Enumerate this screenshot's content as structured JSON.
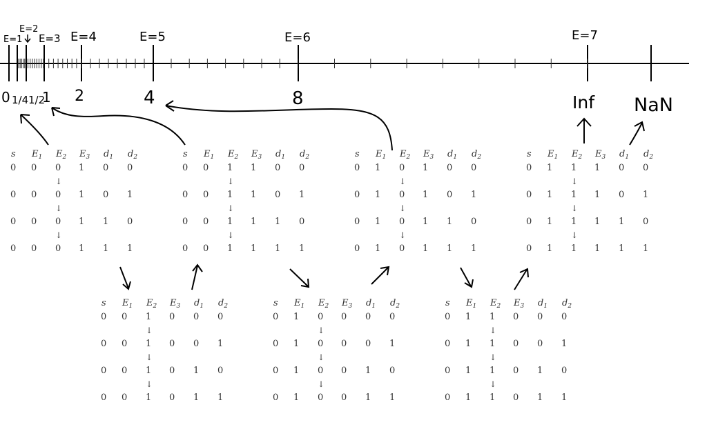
{
  "number_line": {
    "exponent_labels": [
      "E=1",
      "E=2",
      "E=3",
      "E=4",
      "E=5",
      "E=6",
      "E=7"
    ],
    "value_labels": [
      "0",
      "1/4",
      "1/2",
      "1",
      "2",
      "4",
      "8",
      "Inf",
      "NaN"
    ]
  },
  "table_header": [
    "s",
    "E1",
    "E2",
    "E3",
    "d1",
    "d2"
  ],
  "flow_arrow": "↓",
  "tables": [
    {
      "rows": [
        [
          "0",
          "0",
          "0",
          "1",
          "0",
          "0"
        ],
        [
          "0",
          "0",
          "0",
          "1",
          "0",
          "1"
        ],
        [
          "0",
          "0",
          "0",
          "1",
          "1",
          "0"
        ],
        [
          "0",
          "0",
          "0",
          "1",
          "1",
          "1"
        ]
      ]
    },
    {
      "rows": [
        [
          "0",
          "0",
          "1",
          "1",
          "0",
          "0"
        ],
        [
          "0",
          "0",
          "1",
          "1",
          "0",
          "1"
        ],
        [
          "0",
          "0",
          "1",
          "1",
          "1",
          "0"
        ],
        [
          "0",
          "0",
          "1",
          "1",
          "1",
          "1"
        ]
      ]
    },
    {
      "rows": [
        [
          "0",
          "1",
          "0",
          "1",
          "0",
          "0"
        ],
        [
          "0",
          "1",
          "0",
          "1",
          "0",
          "1"
        ],
        [
          "0",
          "1",
          "0",
          "1",
          "1",
          "0"
        ],
        [
          "0",
          "1",
          "0",
          "1",
          "1",
          "1"
        ]
      ]
    },
    {
      "rows": [
        [
          "0",
          "1",
          "1",
          "1",
          "0",
          "0"
        ],
        [
          "0",
          "1",
          "1",
          "1",
          "0",
          "1"
        ],
        [
          "0",
          "1",
          "1",
          "1",
          "1",
          "0"
        ],
        [
          "0",
          "1",
          "1",
          "1",
          "1",
          "1"
        ]
      ]
    },
    {
      "rows": [
        [
          "0",
          "0",
          "1",
          "0",
          "0",
          "0"
        ],
        [
          "0",
          "0",
          "1",
          "0",
          "0",
          "1"
        ],
        [
          "0",
          "0",
          "1",
          "0",
          "1",
          "0"
        ],
        [
          "0",
          "0",
          "1",
          "0",
          "1",
          "1"
        ]
      ]
    },
    {
      "rows": [
        [
          "0",
          "1",
          "0",
          "0",
          "0",
          "0"
        ],
        [
          "0",
          "1",
          "0",
          "0",
          "0",
          "1"
        ],
        [
          "0",
          "1",
          "0",
          "0",
          "1",
          "0"
        ],
        [
          "0",
          "1",
          "0",
          "0",
          "1",
          "1"
        ]
      ]
    },
    {
      "rows": [
        [
          "0",
          "1",
          "1",
          "0",
          "0",
          "0"
        ],
        [
          "0",
          "1",
          "1",
          "0",
          "0",
          "1"
        ],
        [
          "0",
          "1",
          "1",
          "0",
          "1",
          "0"
        ],
        [
          "0",
          "1",
          "1",
          "0",
          "1",
          "1"
        ]
      ]
    }
  ]
}
